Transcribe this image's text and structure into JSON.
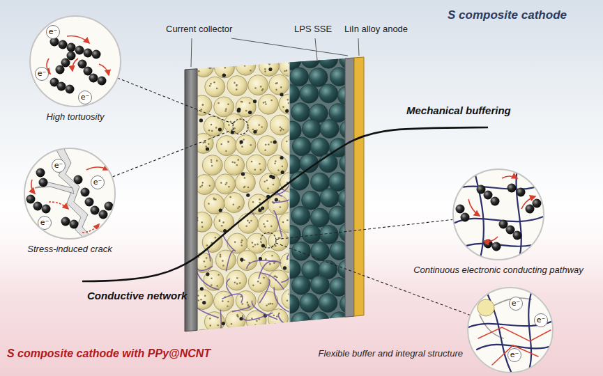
{
  "diagram": {
    "nodes": [
      {
        "text": [
          "High tortuosity"
        ]
      },
      {
        "text": [
          "Stress-induced crack"
        ]
      },
      {
        "text": [
          "Continuous electronic conducting pathway"
        ]
      },
      {
        "text": [
          "Flexible buffer and integral structure"
        ]
      }
    ],
    "labels": [
      "S composite cathode",
      "Current collector",
      "LPS SSE",
      "LiIn alloy anode",
      "Mechanical buffering",
      "Conductive network",
      "S composite cathode with PPy@NCNT",
      "e⁻",
      "e⁻",
      "e⁻",
      "e⁻",
      "e⁻",
      "e⁻",
      "e⁻",
      "e⁻",
      "e⁻"
    ]
  }
}
